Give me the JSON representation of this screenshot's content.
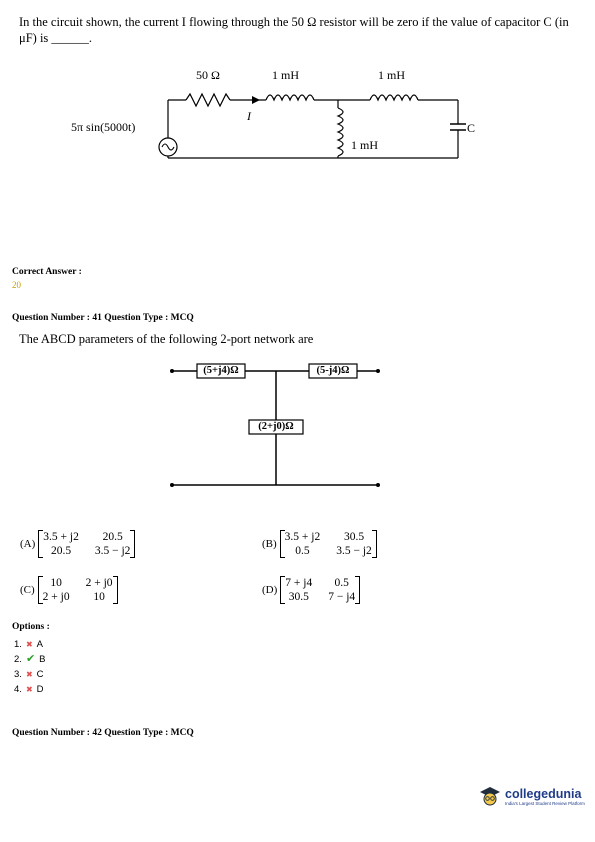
{
  "q40": {
    "text": "In the circuit shown, the current I flowing through the 50 Ω resistor will be zero if the value of capacitor C (in μF) is ______.",
    "source_label": "5π sin(5000t)",
    "r_label": "50 Ω",
    "l1_label": "1 mH",
    "l2_label": "1 mH",
    "l3_label": "1 mH",
    "c_label": "C",
    "i_label": "I"
  },
  "answer": {
    "label": "Correct Answer :",
    "value": "20"
  },
  "q41": {
    "header": "Question Number : 41  Question Type : MCQ",
    "text": "The ABCD parameters of the following 2-port network are",
    "z1": "(5+j4)Ω",
    "z2": "(5-j4)Ω",
    "z3": "(2+j0)Ω",
    "opt_a": {
      "letter": "(A)",
      "m11": "3.5 + j2",
      "m12": "20.5",
      "m21": "20.5",
      "m22": "3.5 − j2"
    },
    "opt_b": {
      "letter": "(B)",
      "m11": "3.5 + j2",
      "m12": "30.5",
      "m21": "0.5",
      "m22": "3.5 − j2"
    },
    "opt_c": {
      "letter": "(C)",
      "m11": "10",
      "m12": "2 + j0",
      "m21": "2 + j0",
      "m22": "10"
    },
    "opt_d": {
      "letter": "(D)",
      "m11": "7 + j4",
      "m12": "0.5",
      "m21": "30.5",
      "m22": "7 − j4"
    }
  },
  "options": {
    "label": "Options :",
    "items": [
      {
        "num": "1.",
        "mark": "✖",
        "letter": "A"
      },
      {
        "num": "2.",
        "mark": "✔",
        "letter": "B"
      },
      {
        "num": "3.",
        "mark": "✖",
        "letter": "C"
      },
      {
        "num": "4.",
        "mark": "✖",
        "letter": "D"
      }
    ]
  },
  "q42": {
    "header": "Question Number : 42  Question Type : MCQ"
  },
  "brand": {
    "name": "collegedunia",
    "tagline": "India's Largest Student Review Platform"
  }
}
